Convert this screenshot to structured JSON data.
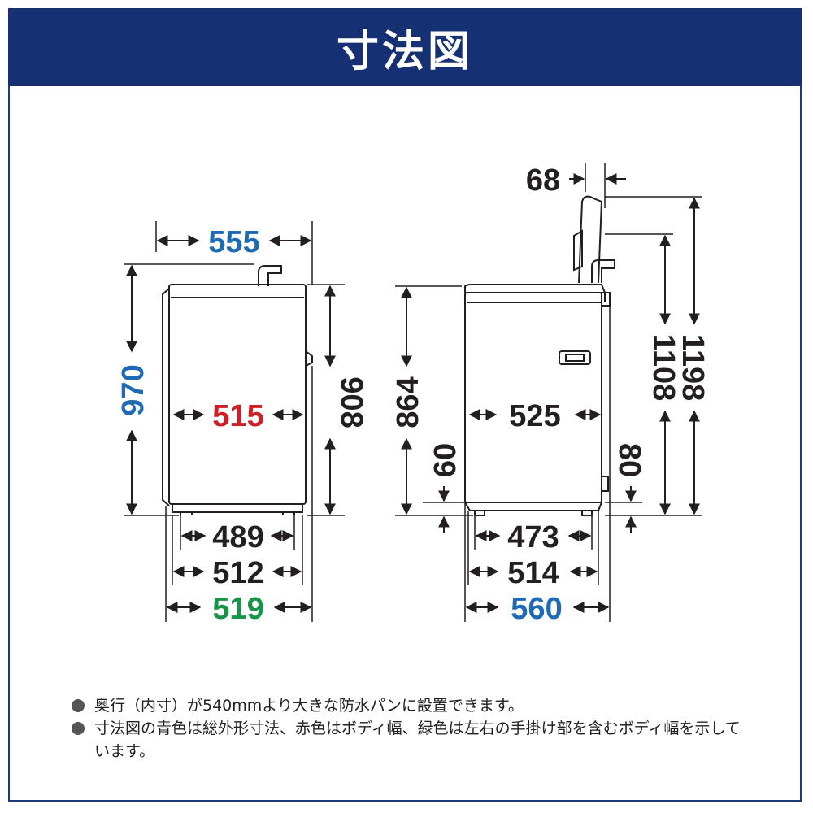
{
  "header": {
    "title": "寸法図"
  },
  "colors": {
    "header_bg": "#163173",
    "blue": "#1f6ab5",
    "red": "#cc1f26",
    "green": "#179447",
    "ink": "#231f20"
  },
  "front_view": {
    "width_total": "555",
    "height_total": "970",
    "body_width": "515",
    "height_body": "908",
    "base_width_inner": "489",
    "base_width_mid": "512",
    "width_with_handles": "519"
  },
  "side_view": {
    "lid_offset": "68",
    "height_body": "864",
    "depth_body": "525",
    "foot_clearance_front": "60",
    "foot_clearance_rear": "80",
    "height_lid_open_a": "1108",
    "height_lid_open_b": "1198",
    "base_depth_inner": "473",
    "base_depth_mid": "514",
    "depth_total": "560"
  },
  "notes": [
    "奥行（内寸）が540mmより大きな防水パンに設置できます。",
    "寸法図の青色は総外形寸法、赤色はボディ幅、緑色は左右の手掛け部を含むボディ幅を示しています。"
  ]
}
